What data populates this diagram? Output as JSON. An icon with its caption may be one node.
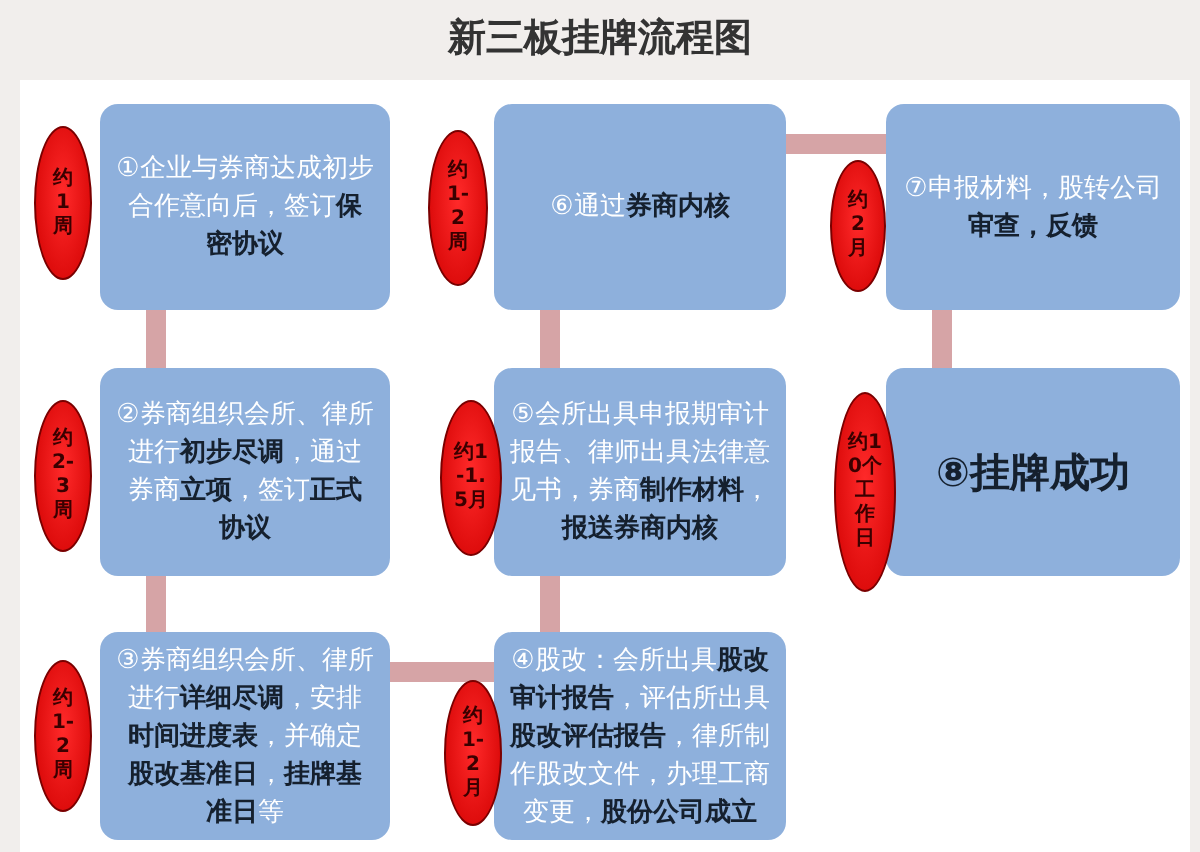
{
  "diagram": {
    "title": "新三板挂牌流程图",
    "nodes": [
      {
        "text": [
          "①企业与券商达成初步合作意向后，签订**保密协议**"
        ]
      },
      {
        "text": [
          "②券商组织会所、律所进行**初步尽调**，通过券商**立项**，签订**正式协议**"
        ]
      },
      {
        "text": [
          "③券商组织会所、律所进行**详细尽调**，安排**时间进度表**，并确定**股改基准日**，**挂牌基准日**等"
        ]
      },
      {
        "text": [
          "④股改：会所出具**股改审计报告**，评估所出具**股改评估报告**，律所制作股改文件，办理工商变更，**股份公司成立**"
        ]
      },
      {
        "text": [
          "⑤会所出具申报期审计报告、律师出具法律意见书，券商**制作材料**，**报送券商内核**"
        ]
      },
      {
        "text": [
          "⑥通过**券商内核**"
        ]
      },
      {
        "text": [
          "⑦申报材料，股转公司**审查，反馈**"
        ]
      },
      {
        "text": [
          "⑧挂牌成功"
        ]
      },
      {
        "text": [
          "约1周"
        ]
      },
      {
        "text": [
          "约2-3周"
        ]
      },
      {
        "text": [
          "约1-2周"
        ]
      },
      {
        "text": [
          "约1-2月"
        ]
      },
      {
        "text": [
          "约1-1.5月"
        ]
      },
      {
        "text": [
          "约1-2周"
        ]
      },
      {
        "text": [
          "约2月"
        ]
      },
      {
        "text": [
          "约10个工作日"
        ]
      }
    ],
    "edges": [
      {
        "from": 0,
        "to": 1,
        "arrow": "none"
      },
      {
        "from": 1,
        "to": 2,
        "arrow": "none"
      },
      {
        "from": 2,
        "to": 3,
        "arrow": "none"
      },
      {
        "from": 3,
        "to": 4,
        "arrow": "none"
      },
      {
        "from": 4,
        "to": 5,
        "arrow": "none"
      },
      {
        "from": 5,
        "to": 6,
        "arrow": "none"
      },
      {
        "from": 6,
        "to": 7,
        "arrow": "none"
      }
    ]
  }
}
